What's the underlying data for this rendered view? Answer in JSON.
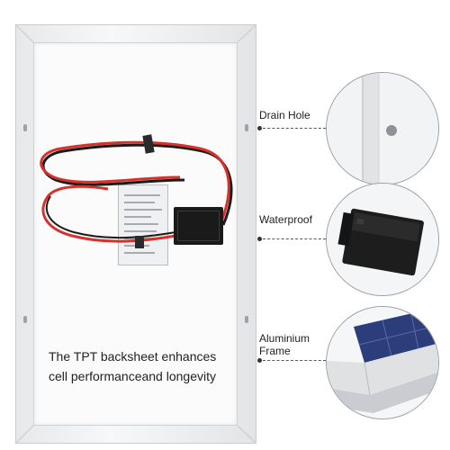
{
  "description_text": {
    "line1": "The TPT backsheet enhances",
    "line2": "cell performanceand longevity"
  },
  "callouts": {
    "drain_hole": "Drain Hole",
    "waterproof": "Waterproof",
    "aluminium_line1": "Aluminium",
    "aluminium_line2": "Frame"
  },
  "colors": {
    "frame": "#e6e8ea",
    "backsheet": "#fbfbfb",
    "cable_red": "#d6322c",
    "cable_black": "#1b1b1b",
    "junction_box": "#1a1a1a",
    "cell_blue": "#2b3d7a"
  }
}
